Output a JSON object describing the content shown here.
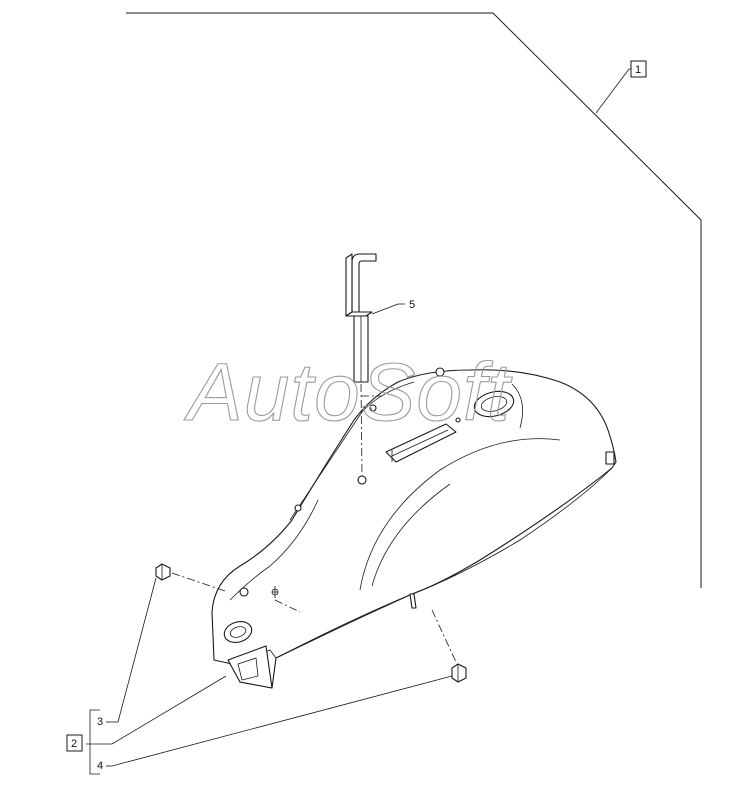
{
  "watermark": "AutoSoft",
  "callouts": {
    "c1": "1",
    "c2": "2",
    "c3": "3",
    "c4": "4",
    "c5": "5"
  },
  "colors": {
    "ink": "#1a1a1a",
    "watermark": "#9a9a9a",
    "background": "#ffffff"
  }
}
